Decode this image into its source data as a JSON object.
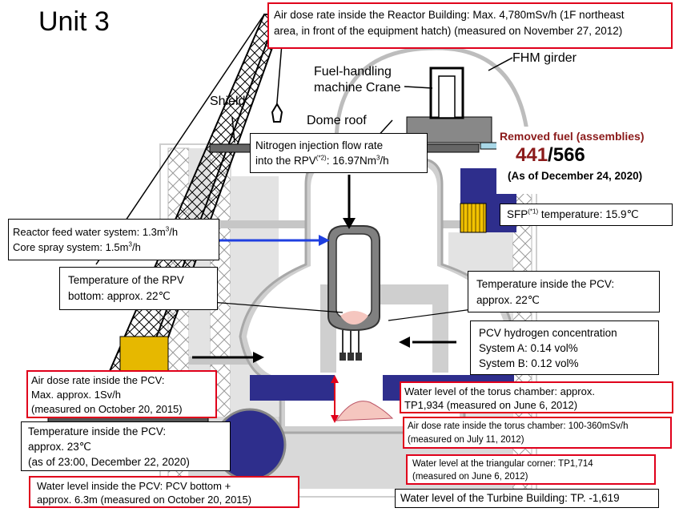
{
  "title": "Unit 3",
  "labels": {
    "shield": "Shield",
    "crane": [
      "Fuel-handling",
      "machine Crane"
    ],
    "dome": "Dome roof",
    "girder": "FHM girder"
  },
  "reactor_building_dose": [
    "Air dose rate inside the Reactor Building: Max. 4,780mSv/h (1F northeast",
    "area, in front of the equipment hatch) (measured on November 27, 2012)"
  ],
  "removed_fuel": {
    "title": "Removed fuel (assemblies)",
    "removed": "441",
    "total": "/566",
    "as_of": "(As of December 24, 2020)"
  },
  "nitrogen": {
    "line1": "Nitrogen injection flow rate",
    "line2_pre": "into the RPV",
    "note": "(*2)",
    "line2_post": ": 16.97Nm",
    "unit_sup": "3",
    "unit_post": "/h"
  },
  "sfp": {
    "pre": "SFP",
    "note": "(*1)",
    "post": " temperature: 15.9℃"
  },
  "feed_water": {
    "line1_pre": "Reactor feed water system: 1.3m",
    "line1_sup": "3",
    "line1_post": "/h",
    "line2_pre": "Core spray system: 1.5m",
    "line2_sup": "3",
    "line2_post": "/h"
  },
  "rpv_bottom_temp": [
    "Temperature of the RPV",
    "bottom: approx. 22℃"
  ],
  "pcv_temp_right": [
    "Temperature inside the PCV:",
    "approx. 22℃"
  ],
  "hydrogen": [
    "PCV hydrogen concentration",
    "System A: 0.14 vol%",
    "System B: 0.12 vol%"
  ],
  "pcv_dose": [
    "Air dose rate inside the PCV:",
    "Max. approx. 1Sv/h",
    "(measured on October 20, 2015)"
  ],
  "torus_level": [
    "Water level of the torus chamber: approx.",
    "TP1,934 (measured on June 6, 2012)"
  ],
  "torus_dose": [
    "Air dose rate inside the torus chamber: 100-360mSv/h",
    "(measured on July 11, 2012)"
  ],
  "pcv_temp_left": [
    "Temperature inside the PCV:",
    "approx. 23℃",
    "(as of 23:00, December 22, 2020)"
  ],
  "triangular": [
    "Water level at the triangular corner: TP1,714",
    "(measured on June 6, 2012)"
  ],
  "pcv_level": [
    "Water level inside the PCV: PCV bottom +",
    "approx. 6.3m  (measured on October 20, 2015)"
  ],
  "turbine_level": "Water level of the Turbine Building: TP. -1,619",
  "colors": {
    "callout_red": "#e0001b",
    "water_blue": "#2e2e8c",
    "pcv_gray": "#cfcfcf",
    "building_gray": "#d9d9d9",
    "feed_arrow_blue": "#1f3fe0",
    "fuel_red": "#8b1a1a",
    "crane_yellow": "#e6b800"
  }
}
